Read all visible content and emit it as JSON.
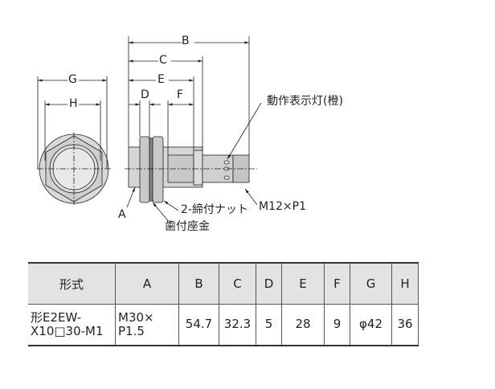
{
  "drawing": {
    "dimension_labels": {
      "B": "B",
      "C": "C",
      "E": "E",
      "D": "D",
      "F": "F",
      "G": "G",
      "H": "H",
      "A": "A"
    },
    "callouts": {
      "indicator": "動作表示灯(橙)",
      "connector": "M12×P1",
      "nuts": "2-締付ナット",
      "washer": "歯付座金"
    }
  },
  "table": {
    "headers": [
      "形式",
      "A",
      "B",
      "C",
      "D",
      "E",
      "F",
      "G",
      "H"
    ],
    "row": {
      "model_line1": "形E2EW-",
      "model_line2": "X10□30-M1",
      "a_line1": "M30×",
      "a_line2": "P1.5",
      "B": "54.7",
      "C": "32.3",
      "D": "5",
      "E": "28",
      "F": "9",
      "G": "φ42",
      "H": "36"
    }
  }
}
